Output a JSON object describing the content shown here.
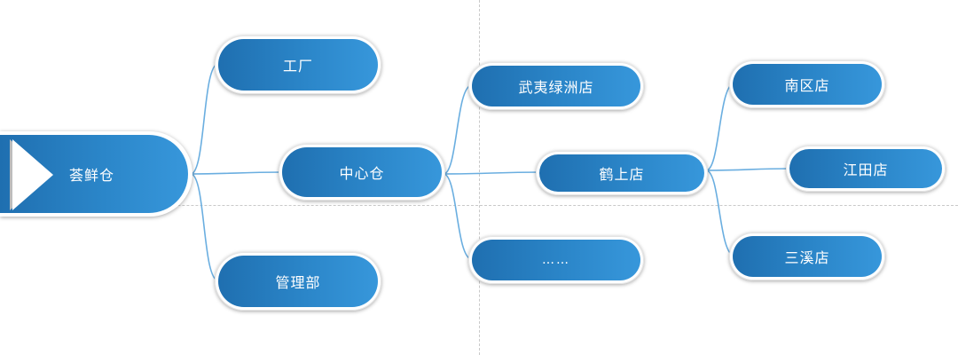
{
  "nodes": {
    "root": "荟鲜仓",
    "factory": "工厂",
    "central": "中心仓",
    "management": "管理部",
    "wuyi": "武夷绿洲店",
    "heshang": "鹤上店",
    "more": "……",
    "nanqu": "南区店",
    "jiangtian": "江田店",
    "sanxi": "三溪店"
  },
  "colors": {
    "node_start": "#1f6fb0",
    "node_end": "#3797db",
    "connector": "#6aaee0"
  }
}
